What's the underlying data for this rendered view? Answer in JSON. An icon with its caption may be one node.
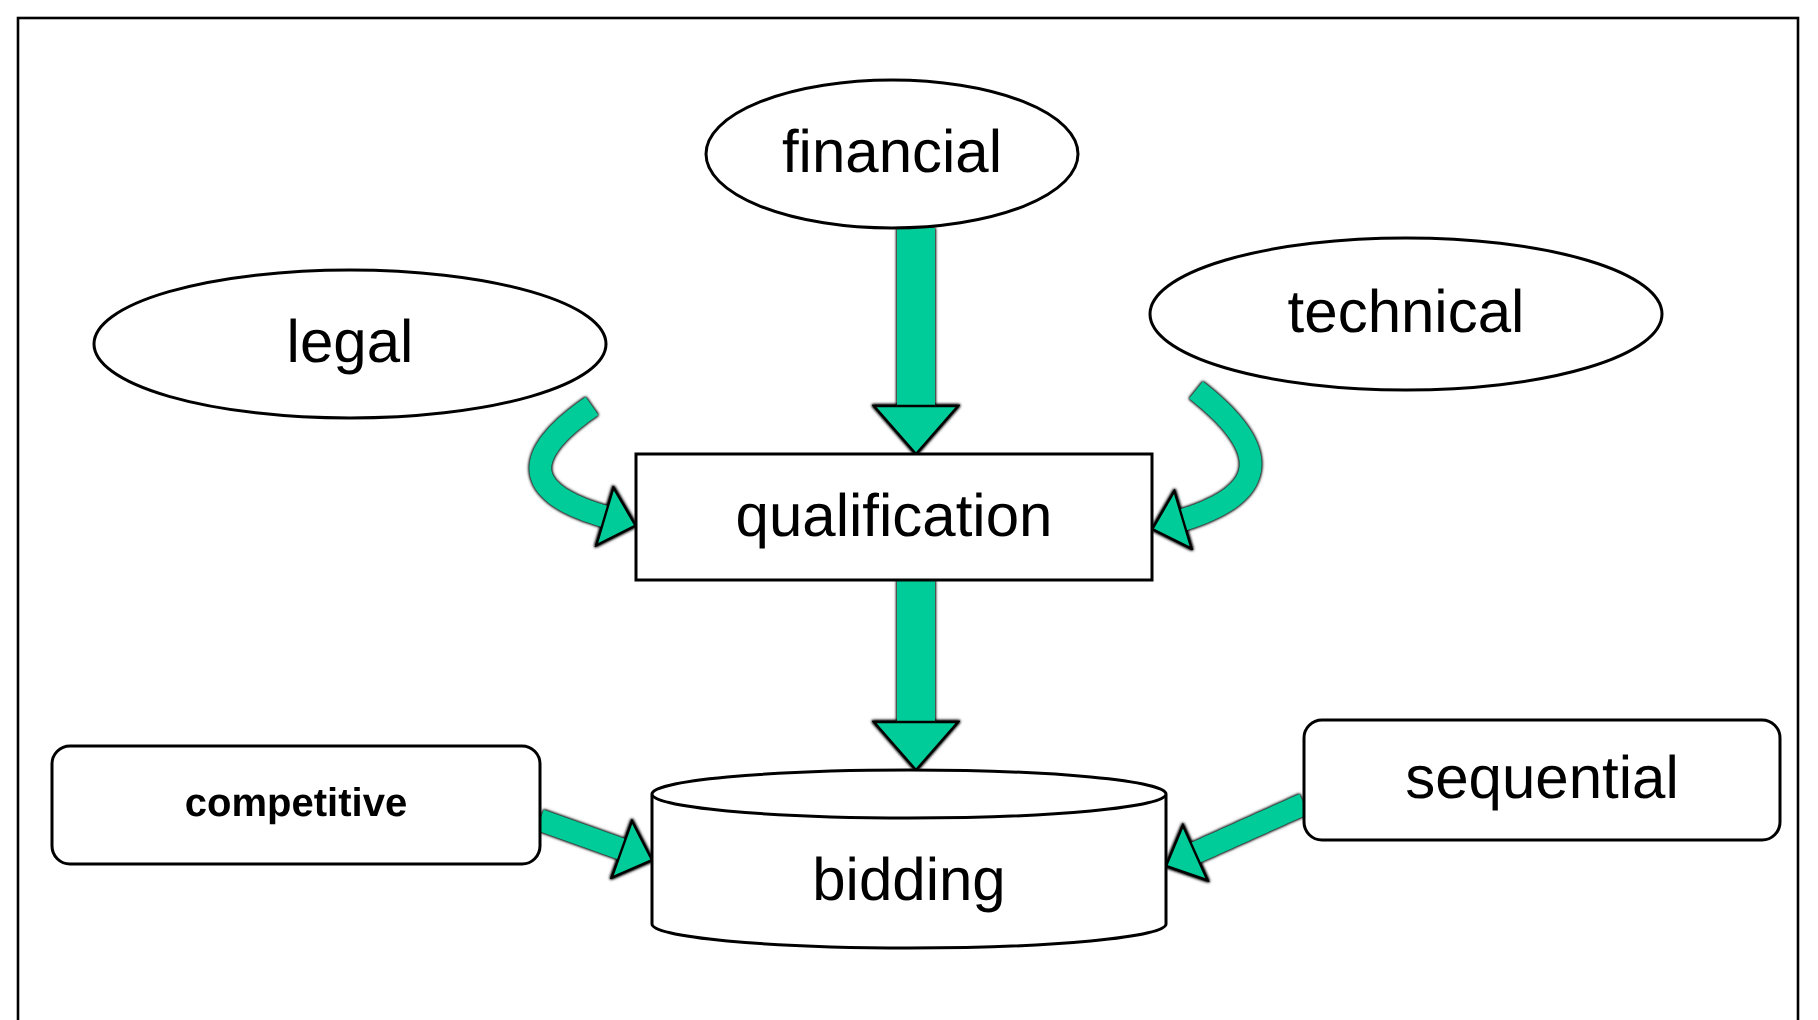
{
  "diagram": {
    "nodes": [
      {
        "text": [
          "financial"
        ]
      },
      {
        "text": [
          "legal"
        ]
      },
      {
        "text": [
          "technical"
        ]
      },
      {
        "text": [
          "qualification"
        ]
      },
      {
        "text": [
          "competitive"
        ]
      },
      {
        "text": [
          "bidding"
        ]
      },
      {
        "text": [
          "sequential"
        ]
      }
    ],
    "edges": [
      {
        "from": 0,
        "to": 3,
        "arrow": "to"
      },
      {
        "from": 1,
        "to": 3,
        "arrow": "to"
      },
      {
        "from": 2,
        "to": 3,
        "arrow": "to"
      },
      {
        "from": 3,
        "to": 5,
        "arrow": "to"
      },
      {
        "from": 4,
        "to": 5,
        "arrow": "to"
      },
      {
        "from": 6,
        "to": 5,
        "arrow": "to"
      }
    ]
  }
}
